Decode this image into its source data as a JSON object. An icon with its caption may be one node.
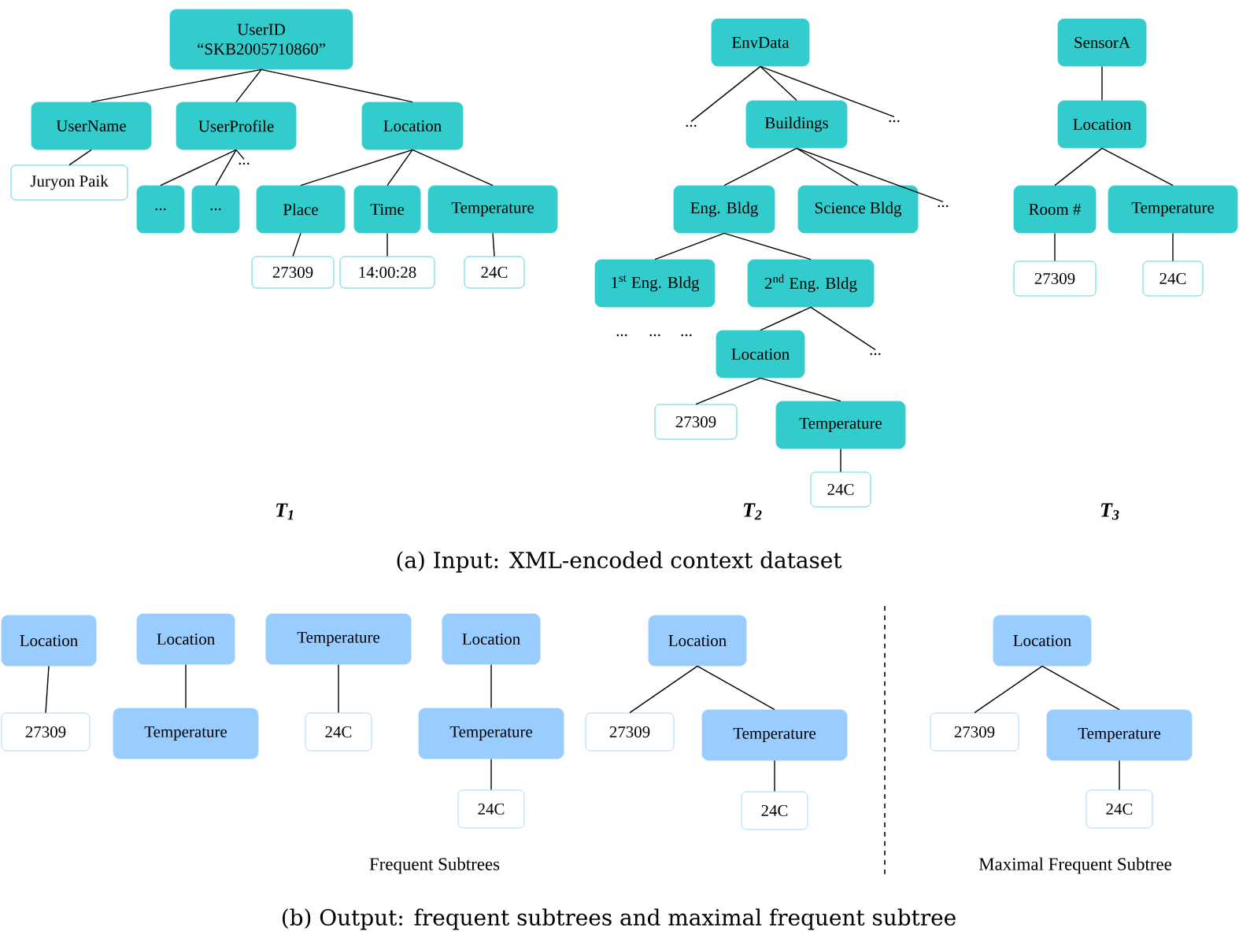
{
  "diagram": {
    "nodes": [
      {
        "text": [
          "UserID “SKB2005710860”"
        ]
      },
      {
        "text": [
          "UserName"
        ]
      },
      {
        "text": [
          "UserProfile"
        ]
      },
      {
        "text": [
          "Location"
        ]
      },
      {
        "text": [
          "Juryon Paik"
        ]
      },
      {
        "text": [
          "..."
        ]
      },
      {
        "text": [
          "..."
        ]
      },
      {
        "text": [
          "..."
        ]
      },
      {
        "text": [
          "Place"
        ]
      },
      {
        "text": [
          "Time"
        ]
      },
      {
        "text": [
          "Temperature"
        ]
      },
      {
        "text": [
          "27309"
        ]
      },
      {
        "text": [
          "14:00:28"
        ]
      },
      {
        "text": [
          "24C"
        ]
      },
      {
        "text": [
          "EnvData"
        ]
      },
      {
        "text": [
          "..."
        ]
      },
      {
        "text": [
          "Buildings"
        ]
      },
      {
        "text": [
          "..."
        ]
      },
      {
        "text": [
          "Eng. Bldg"
        ]
      },
      {
        "text": [
          "Science Bldg"
        ]
      },
      {
        "text": [
          "..."
        ]
      },
      {
        "text": [
          "1$^{st}$ Eng. Bldg"
        ]
      },
      {
        "text": [
          "2$^{nd}$ Eng. Bldg"
        ]
      },
      {
        "text": [
          "Location"
        ]
      },
      {
        "text": [
          "..."
        ]
      },
      {
        "text": [
          "27309"
        ]
      },
      {
        "text": [
          "Temperature"
        ]
      },
      {
        "text": [
          "24C"
        ]
      },
      {
        "text": [
          "SensorA"
        ]
      },
      {
        "text": [
          "Location"
        ]
      },
      {
        "text": [
          "Room #"
        ]
      },
      {
        "text": [
          "Temperature"
        ]
      },
      {
        "text": [
          "27309"
        ]
      },
      {
        "text": [
          "24C"
        ]
      },
      {
        "text": [
          "Location"
        ]
      },
      {
        "text": [
          "27309"
        ]
      },
      {
        "text": [
          "Location"
        ]
      },
      {
        "text": [
          "Temperature"
        ]
      },
      {
        "text": [
          "Temperature"
        ]
      },
      {
        "text": [
          "24C"
        ]
      },
      {
        "text": [
          "Location"
        ]
      },
      {
        "text": [
          "Temperature"
        ]
      },
      {
        "text": [
          "24C"
        ]
      },
      {
        "text": [
          "Location"
        ]
      },
      {
        "text": [
          "27309"
        ]
      },
      {
        "text": [
          "Temperature"
        ]
      },
      {
        "text": [
          "24C"
        ]
      },
      {
        "text": [
          "Location"
        ]
      },
      {
        "text": [
          "27309"
        ]
      },
      {
        "text": [
          "Temperature"
        ]
      },
      {
        "text": [
          "24C"
        ]
      }
    ],
    "edges": [
      {
        "from": 0,
        "to": 1,
        "arrow": "none"
      },
      {
        "from": 0,
        "to": 2,
        "arrow": "none"
      },
      {
        "from": 0,
        "to": 3,
        "arrow": "none"
      },
      {
        "from": 1,
        "to": 4,
        "arrow": "none"
      },
      {
        "from": 2,
        "to": 5,
        "arrow": "none"
      },
      {
        "from": 2,
        "to": 6,
        "arrow": "none"
      },
      {
        "from": 2,
        "to": 7,
        "arrow": "none"
      },
      {
        "from": 3,
        "to": 8,
        "arrow": "none"
      },
      {
        "from": 3,
        "to": 9,
        "arrow": "none"
      },
      {
        "from": 3,
        "to": 10,
        "arrow": "none"
      },
      {
        "from": 8,
        "to": 11,
        "arrow": "none"
      },
      {
        "from": 9,
        "to": 12,
        "arrow": "none"
      },
      {
        "from": 10,
        "to": 13,
        "arrow": "none"
      },
      {
        "from": 14,
        "to": 15,
        "arrow": "none"
      },
      {
        "from": 14,
        "to": 16,
        "arrow": "none"
      },
      {
        "from": 14,
        "to": 17,
        "arrow": "none"
      },
      {
        "from": 16,
        "to": 18,
        "arrow": "none"
      },
      {
        "from": 16,
        "to": 19,
        "arrow": "none"
      },
      {
        "from": 16,
        "to": 20,
        "arrow": "none"
      },
      {
        "from": 18,
        "to": 21,
        "arrow": "none"
      },
      {
        "from": 18,
        "to": 22,
        "arrow": "none"
      },
      {
        "from": 22,
        "to": 23,
        "arrow": "none"
      },
      {
        "from": 22,
        "to": 24,
        "arrow": "none"
      },
      {
        "from": 23,
        "to": 25,
        "arrow": "none"
      },
      {
        "from": 23,
        "to": 26,
        "arrow": "none"
      },
      {
        "from": 26,
        "to": 27,
        "arrow": "none"
      },
      {
        "from": 28,
        "to": 29,
        "arrow": "none"
      },
      {
        "from": 29,
        "to": 30,
        "arrow": "none"
      },
      {
        "from": 29,
        "to": 31,
        "arrow": "none"
      },
      {
        "from": 30,
        "to": 32,
        "arrow": "none"
      },
      {
        "from": 31,
        "to": 33,
        "arrow": "none"
      },
      {
        "from": 34,
        "to": 35,
        "arrow": "none"
      },
      {
        "from": 36,
        "to": 37,
        "arrow": "none"
      },
      {
        "from": 38,
        "to": 39,
        "arrow": "none"
      },
      {
        "from": 40,
        "to": 41,
        "arrow": "none"
      },
      {
        "from": 41,
        "to": 42,
        "arrow": "none"
      },
      {
        "from": 43,
        "to": 44,
        "arrow": "none"
      },
      {
        "from": 43,
        "to": 45,
        "arrow": "none"
      },
      {
        "from": 45,
        "to": 46,
        "arrow": "none"
      },
      {
        "from": 47,
        "to": 48,
        "arrow": "none"
      },
      {
        "from": 47,
        "to": 49,
        "arrow": "none"
      },
      {
        "from": 49,
        "to": 50,
        "arrow": "none"
      }
    ],
    "labels": [
      "...",
      "...",
      "...",
      "T$_{1}$",
      "T$_{2}$",
      "T$_{3}$",
      "(a) Input: XML-encoded context dataset",
      "Frequent Subtrees",
      "Maximal Frequent Subtree",
      "(b) Output: frequent subtrees and maximal frequent subtree"
    ]
  }
}
